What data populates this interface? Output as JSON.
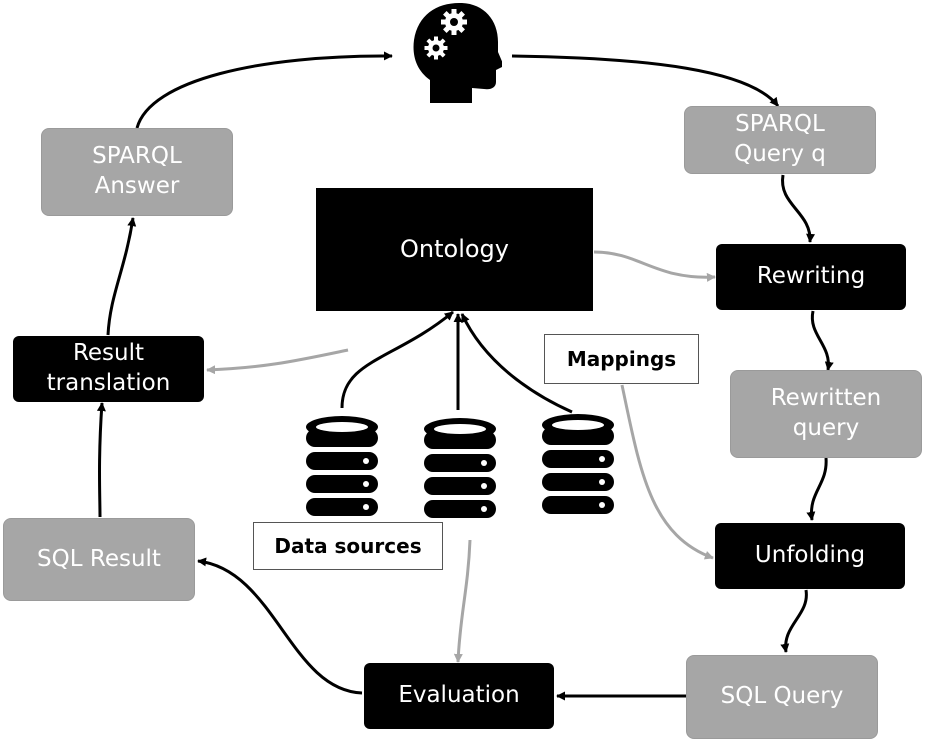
{
  "diagram": {
    "nodes": {
      "sparql_answer": "SPARQL\nAnswer",
      "sparql_query": "SPARQL\nQuery q",
      "ontology": "Ontology",
      "rewriting": "Rewriting",
      "result_translation": "Result\ntranslation",
      "mappings": "Mappings",
      "rewritten_query": "Rewritten\nquery",
      "sql_result": "SQL Result",
      "data_sources": "Data sources",
      "unfolding": "Unfolding",
      "evaluation": "Evaluation",
      "sql_query": "SQL Query"
    },
    "icons": {
      "top": "brain-gears-head-icon",
      "databases": [
        "database-icon",
        "database-icon",
        "database-icon"
      ]
    },
    "colors": {
      "gray_box": "#a6a6a6",
      "black_box": "#000000",
      "gray_arrow": "#a6a6a6",
      "black_arrow": "#000000"
    }
  }
}
